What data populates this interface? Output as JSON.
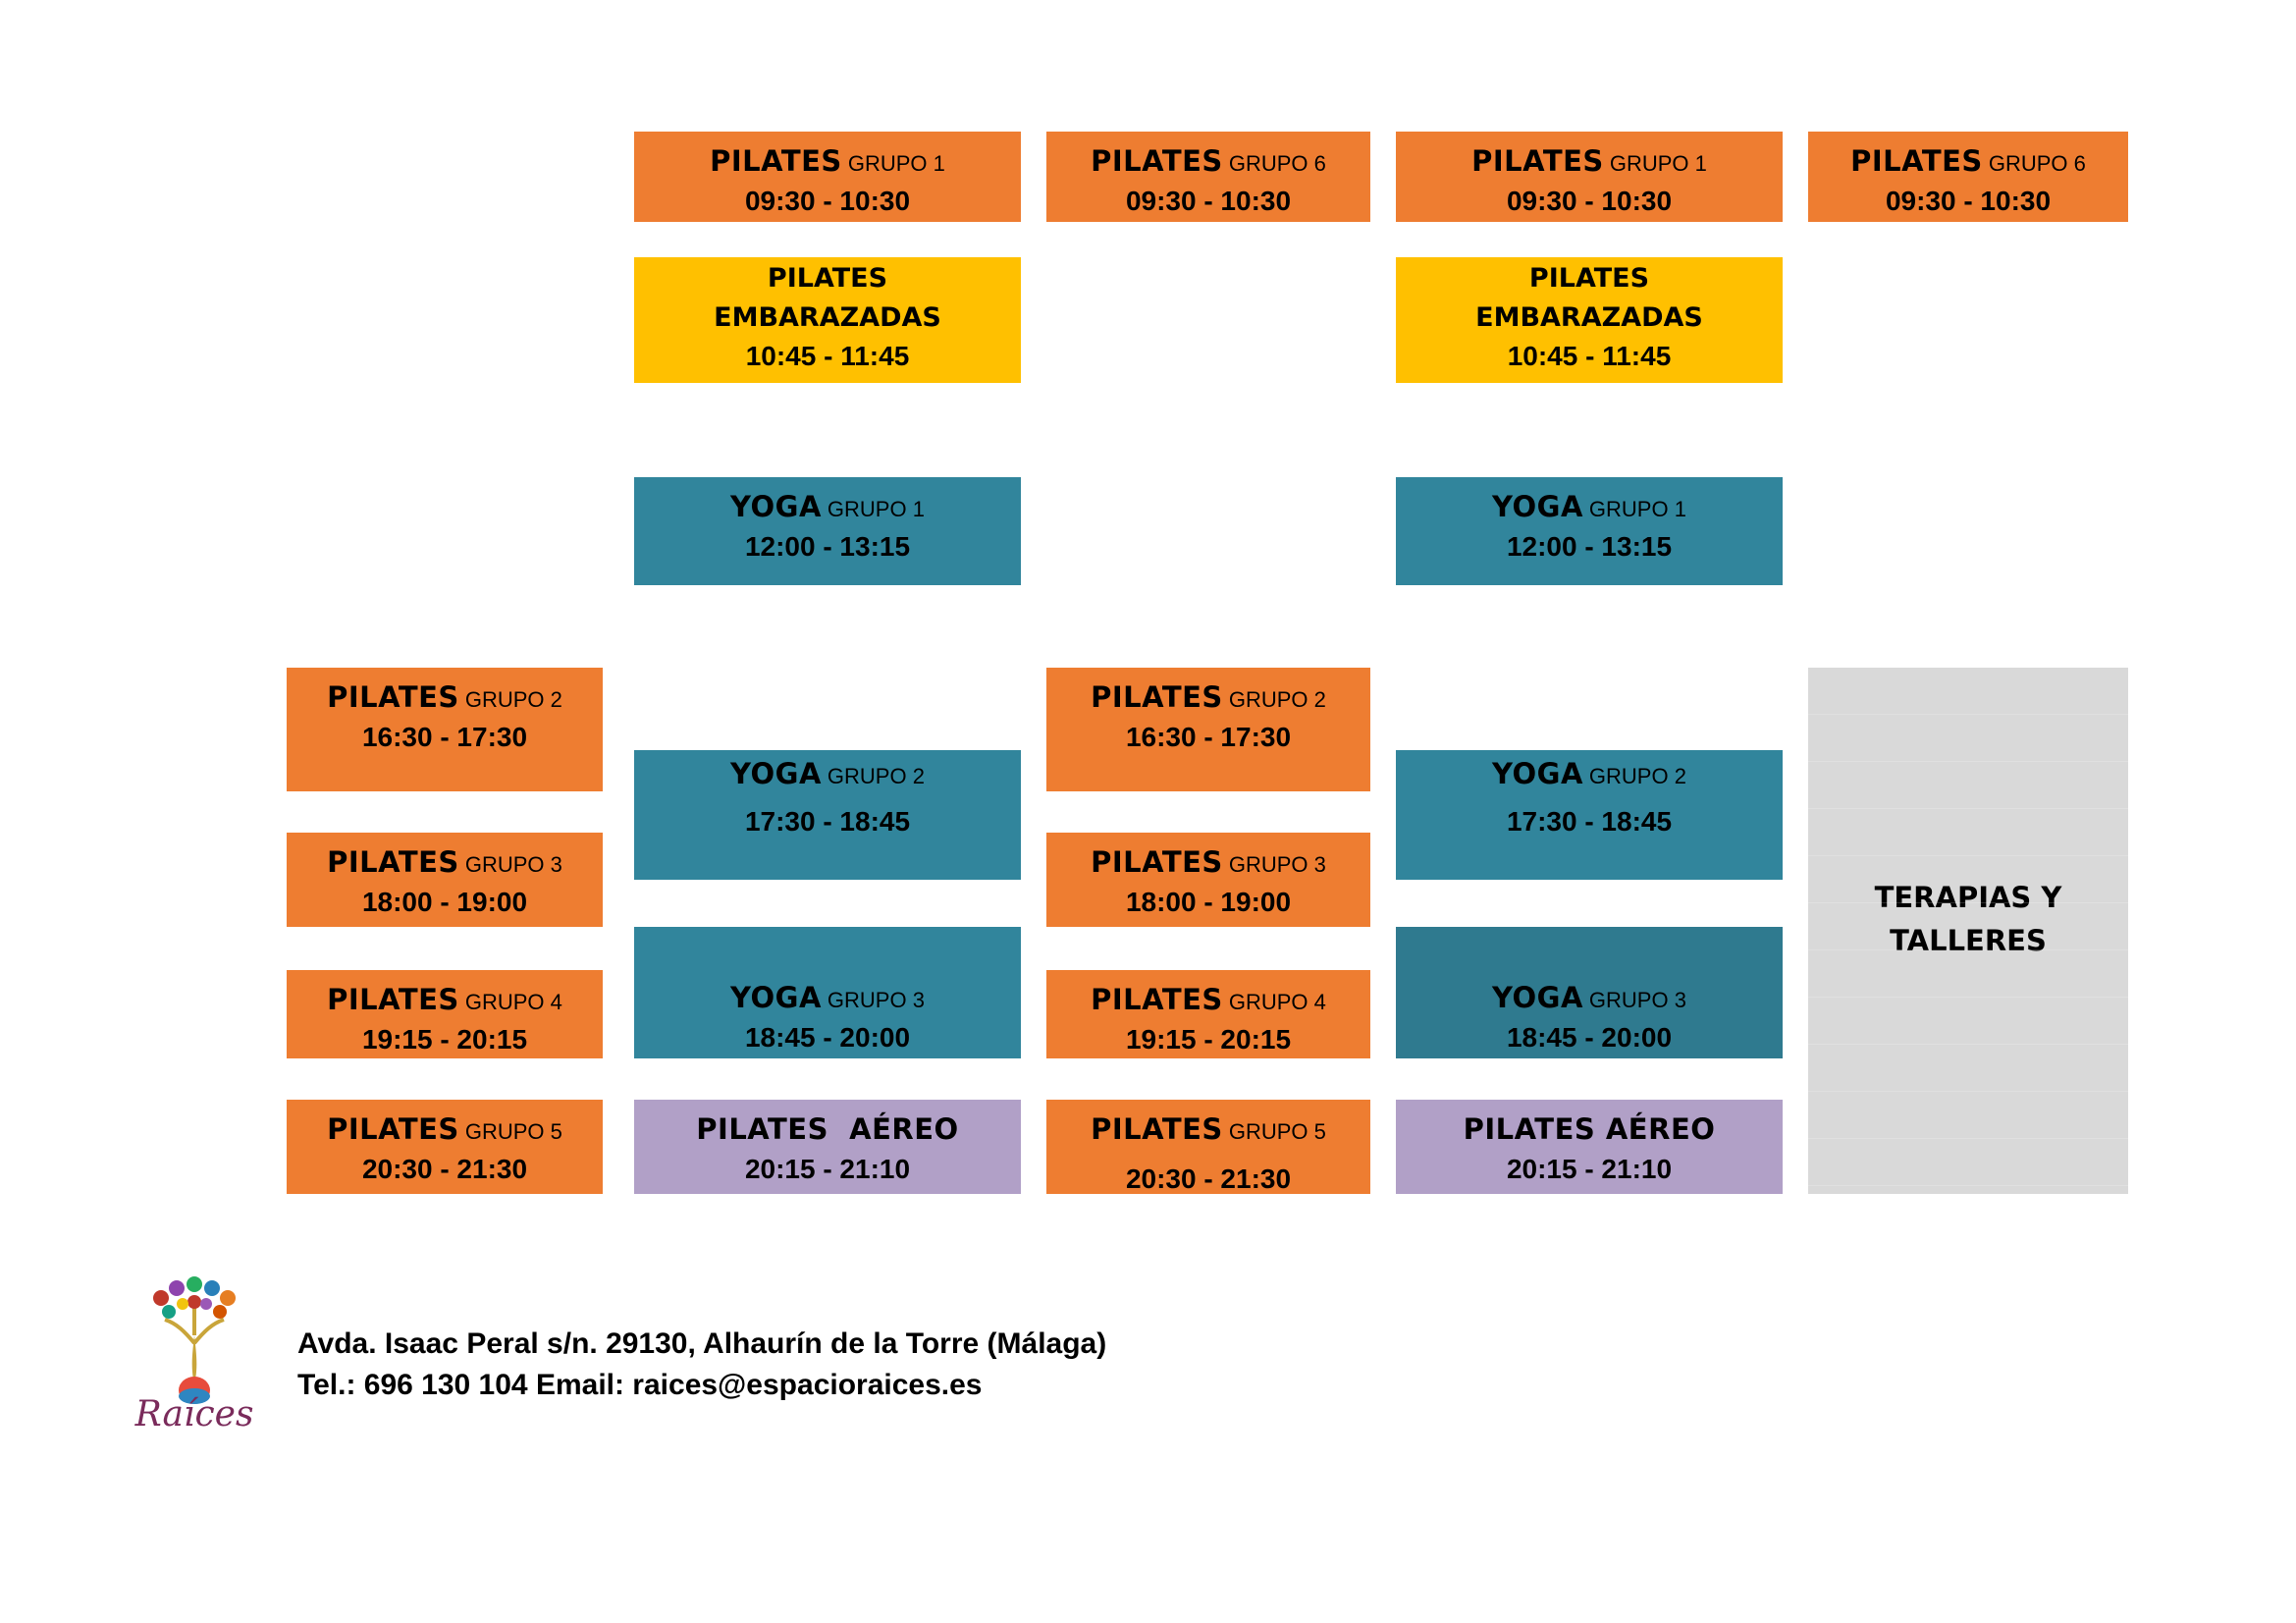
{
  "classes": {
    "pilates_g1_mon_morning": {
      "activity": "PILATES",
      "group": "GRUPO 1",
      "time": "09:30 - 10:30"
    },
    "pilates_g6_a": {
      "activity": "PILATES",
      "group": "GRUPO 6",
      "time": "09:30 - 10:30"
    },
    "pilates_g1_b": {
      "activity": "PILATES",
      "group": "GRUPO 1",
      "time": "09:30 - 10:30"
    },
    "pilates_g6_b": {
      "activity": "PILATES",
      "group": "GRUPO 6",
      "time": "09:30 - 10:30"
    },
    "emb_a": {
      "line1": "PILATES",
      "line2": "EMBARAZADAS",
      "time": "10:45 - 11:45"
    },
    "emb_b": {
      "line1": "PILATES",
      "line2": "EMBARAZADAS",
      "time": "10:45 - 11:45"
    },
    "yoga_g1_a": {
      "activity": "YOGA",
      "group": "GRUPO 1",
      "time": "12:00 - 13:15"
    },
    "yoga_g1_b": {
      "activity": "YOGA",
      "group": "GRUPO 1",
      "time": "12:00 - 13:15"
    },
    "pilates_g2_a": {
      "activity": "PILATES",
      "group": "GRUPO 2",
      "time": "16:30 - 17:30"
    },
    "pilates_g2_b": {
      "activity": "PILATES",
      "group": "GRUPO 2",
      "time": "16:30 - 17:30"
    },
    "yoga_g2_a": {
      "activity": "YOGA",
      "group": "GRUPO 2",
      "time": "17:30 - 18:45"
    },
    "yoga_g2_b": {
      "activity": "YOGA",
      "group": "GRUPO 2",
      "time": "17:30 - 18:45"
    },
    "pilates_g3_a": {
      "activity": "PILATES",
      "group": "GRUPO 3",
      "time": "18:00 - 19:00"
    },
    "pilates_g3_b": {
      "activity": "PILATES",
      "group": "GRUPO 3",
      "time": "18:00 - 19:00"
    },
    "pilates_g4_a": {
      "activity": "PILATES",
      "group": "GRUPO 4",
      "time": "19:15 - 20:15"
    },
    "pilates_g4_b": {
      "activity": "PILATES",
      "group": "GRUPO 4",
      "time": "19:15 - 20:15"
    },
    "yoga_g3_a": {
      "activity": "YOGA",
      "group": "GRUPO 3",
      "time": "18:45 - 20:00"
    },
    "yoga_g3_b": {
      "activity": "YOGA",
      "group": "GRUPO 3",
      "time": "18:45 - 20:00"
    },
    "pilates_g5_a": {
      "activity": "PILATES",
      "group": "GRUPO 5",
      "time": "20:30 - 21:30"
    },
    "pilates_g5_b": {
      "activity": "PILATES",
      "group": "GRUPO 5",
      "time": "20:30 - 21:30"
    },
    "aereo_a": {
      "activity": "PILATES  AÉREO",
      "time": "20:15 - 21:10"
    },
    "aereo_b": {
      "activity": "PILATES AÉREO",
      "time": "20:15 - 21:10"
    },
    "terapias": {
      "line1": "TERAPIAS Y",
      "line2": "TALLERES"
    }
  },
  "footer": {
    "logo_text": "Raíces",
    "address": "Avda. Isaac Peral s/n. 29130, Alhaurín de la Torre (Málaga)",
    "contact": "Tel.: 696 130 104  Email: raices@espacioraices.es"
  },
  "colors": {
    "pilates": "#ee7d31",
    "embarazadas": "#ffc000",
    "yoga": "#31859c",
    "aereo": "#b1a0c7",
    "terapias": "#d9d9d9"
  }
}
